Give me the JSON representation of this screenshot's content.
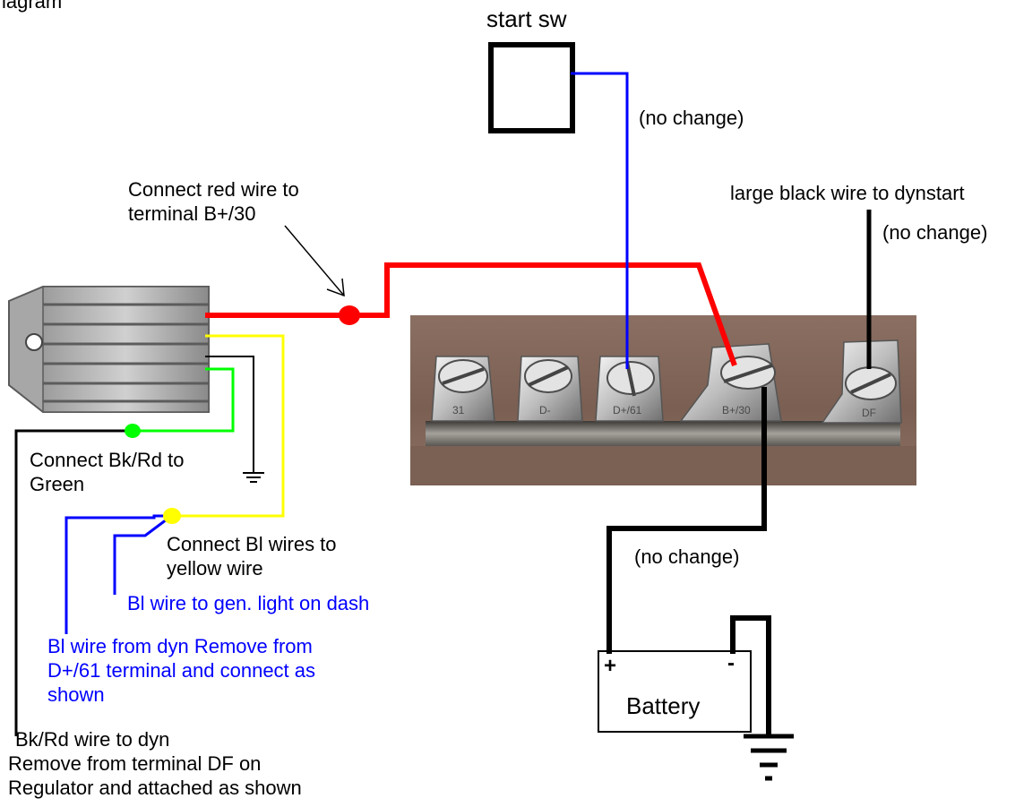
{
  "diagram": {
    "heading_fragment": "iagram",
    "start_switch_label": "start sw",
    "no_change_top": "(no change)",
    "red_wire_note": [
      "Connect red wire to",
      "terminal B+/30"
    ],
    "dynstart_note": "large black wire to dynstart",
    "no_change_right": "(no change)",
    "bkrd_green_note": [
      "Connect Bk/Rd to",
      "Green"
    ],
    "bl_yellow_note": [
      "Connect Bl wires to",
      "yellow wire"
    ],
    "gen_light_note": "Bl wire to gen. light on dash",
    "bl_dyn_note": [
      "Bl wire from dyn Remove from",
      "D+/61 terminal and connect as",
      "shown"
    ],
    "no_change_battery": "(no change)",
    "battery": {
      "label": "Battery",
      "plus": "+",
      "minus": "-"
    },
    "bkrd_dyn_note": [
      "Bk/Rd wire to dyn",
      "Remove from terminal DF on",
      "Regulator and attached as shown"
    ],
    "terminal_marks": [
      "31",
      "D-",
      "D+/61",
      "B+/30",
      "DF"
    ],
    "wire_colors": {
      "red": "#ff0000",
      "blue": "#0000ff",
      "yellow": "#ffff00",
      "green": "#00ff00",
      "black": "#000000"
    }
  }
}
